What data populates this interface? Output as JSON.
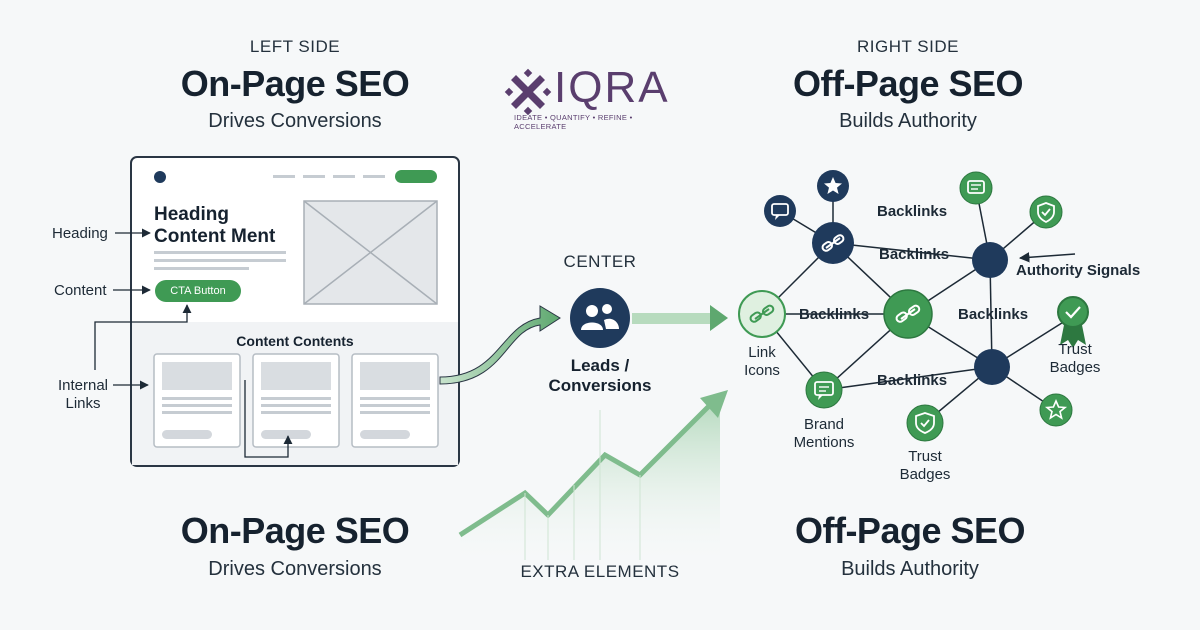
{
  "logo": {
    "name": "IQRA",
    "tagline": "IDEATE • QUANTIFY • REFINE • ACCELERATE"
  },
  "left": {
    "caption": "LEFT SIDE",
    "title": "On-Page SEO",
    "subtitle": "Drives Conversions",
    "bottom_title": "On-Page SEO",
    "bottom_subtitle": "Drives Conversions"
  },
  "right": {
    "caption": "RIGHT SIDE",
    "title": "Off-Page SEO",
    "subtitle": "Builds Authority",
    "bottom_title": "Off-Page SEO",
    "bottom_subtitle": "Builds Authority"
  },
  "center": {
    "caption": "CENTER",
    "result": "Leads / Conversions",
    "result_line1": "Leads /",
    "result_line2": "Conversions",
    "extra": "EXTRA ELEMENTS"
  },
  "mockup": {
    "heading_line1": "Heading",
    "heading_line2": "Content Ment",
    "cta_label": "CTA Button",
    "section_title": "Content Contents"
  },
  "callouts": {
    "heading": "Heading",
    "content": "Content",
    "internal_links_line1": "Internal",
    "internal_links_line2": "Links"
  },
  "network": {
    "backlinks": "Backlinks",
    "authority_signals": "Authority Signals",
    "link_icons_line1": "Link",
    "link_icons_line2": "Icons",
    "brand_mentions_line1": "Brand",
    "brand_mentions_line2": "Mentions",
    "trust_badges_line1": "Trust",
    "trust_badges_line2": "Badges"
  },
  "colors": {
    "navy": "#1f3a5c",
    "green": "#3f9a54",
    "light_green": "#dff0e0",
    "ink": "#16222f"
  }
}
